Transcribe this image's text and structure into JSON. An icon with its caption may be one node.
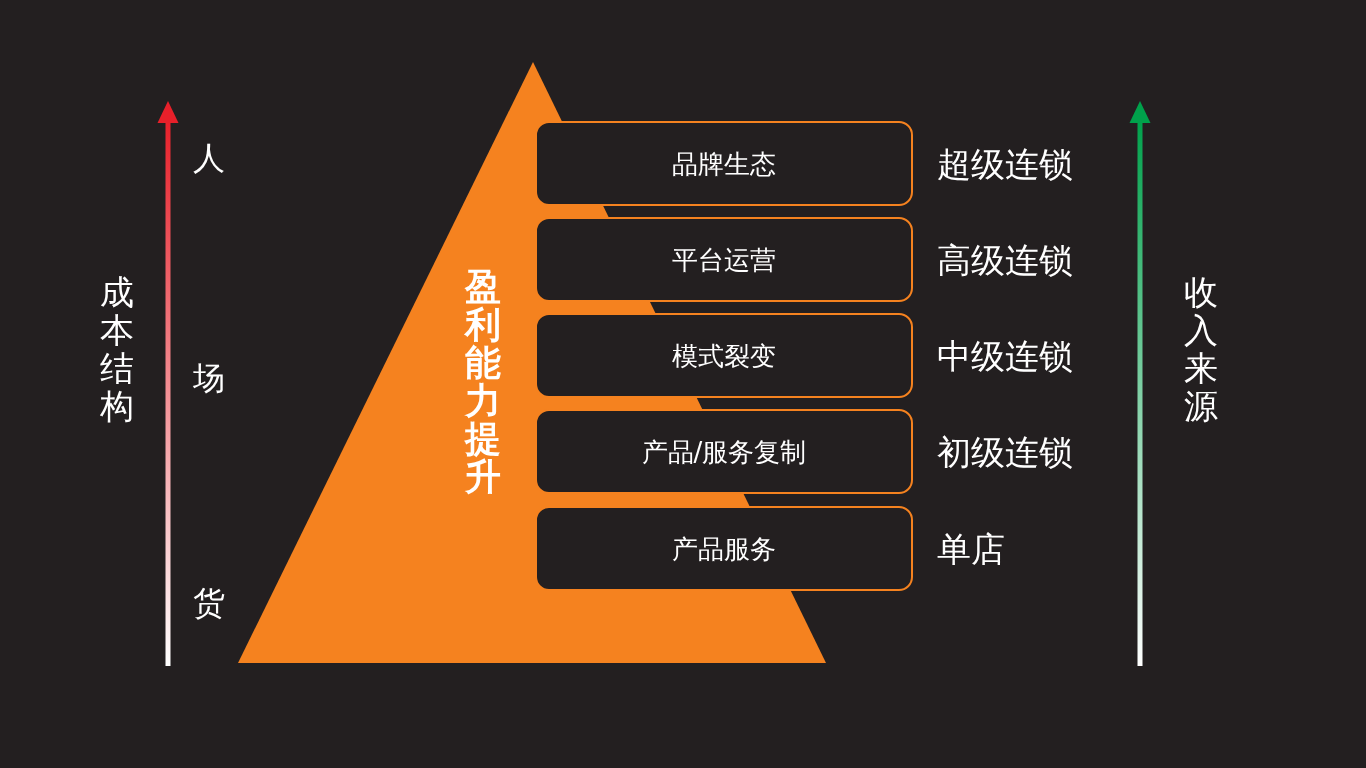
{
  "diagram": {
    "nodes": [
      {
        "text": [
          "盈利能力提升"
        ]
      },
      {
        "text": [
          "品牌生态"
        ],
        "beside": [
          "超级连锁"
        ]
      },
      {
        "text": [
          "平台运营"
        ],
        "beside": [
          "高级连锁"
        ]
      },
      {
        "text": [
          "模式裂变"
        ],
        "beside": [
          "中级连锁"
        ]
      },
      {
        "text": [
          "产品/服务复制"
        ],
        "beside": [
          "初级连锁"
        ]
      },
      {
        "text": [
          "产品服务"
        ],
        "beside": [
          "单店"
        ]
      }
    ],
    "labels": [
      "成本结构",
      "人",
      "场",
      "货",
      "收入来源"
    ]
  }
}
